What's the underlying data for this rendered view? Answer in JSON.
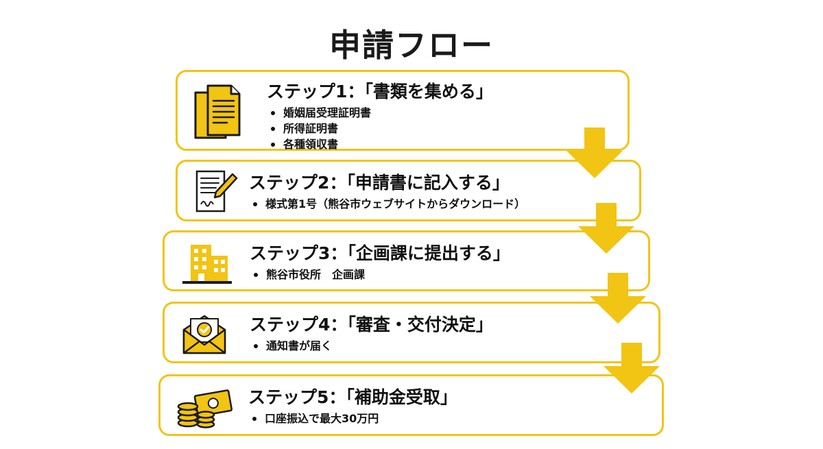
{
  "title": "申請フロー",
  "colors": {
    "accent": "#F2C413",
    "text": "#111111"
  },
  "steps": [
    {
      "title": "ステップ1：「書類を集める」",
      "icon": "documents-icon",
      "items": [
        "婚姻届受理証明書",
        "所得証明書",
        "各種領収書"
      ]
    },
    {
      "title": "ステップ2：「申請書に記入する」",
      "icon": "contract-pen-icon",
      "items": [
        "様式第1号（熊谷市ウェブサイトからダウンロード）"
      ]
    },
    {
      "title": "ステップ3：「企画課に提出する」",
      "icon": "office-building-icon",
      "items": [
        "熊谷市役所　企画課"
      ]
    },
    {
      "title": "ステップ4：「審査・交付決定」",
      "icon": "envelope-check-icon",
      "items": [
        "通知書が届く"
      ]
    },
    {
      "title": "ステップ5：「補助金受取」",
      "icon": "money-coins-icon",
      "items": [
        "口座振込で最大30万円"
      ]
    }
  ]
}
